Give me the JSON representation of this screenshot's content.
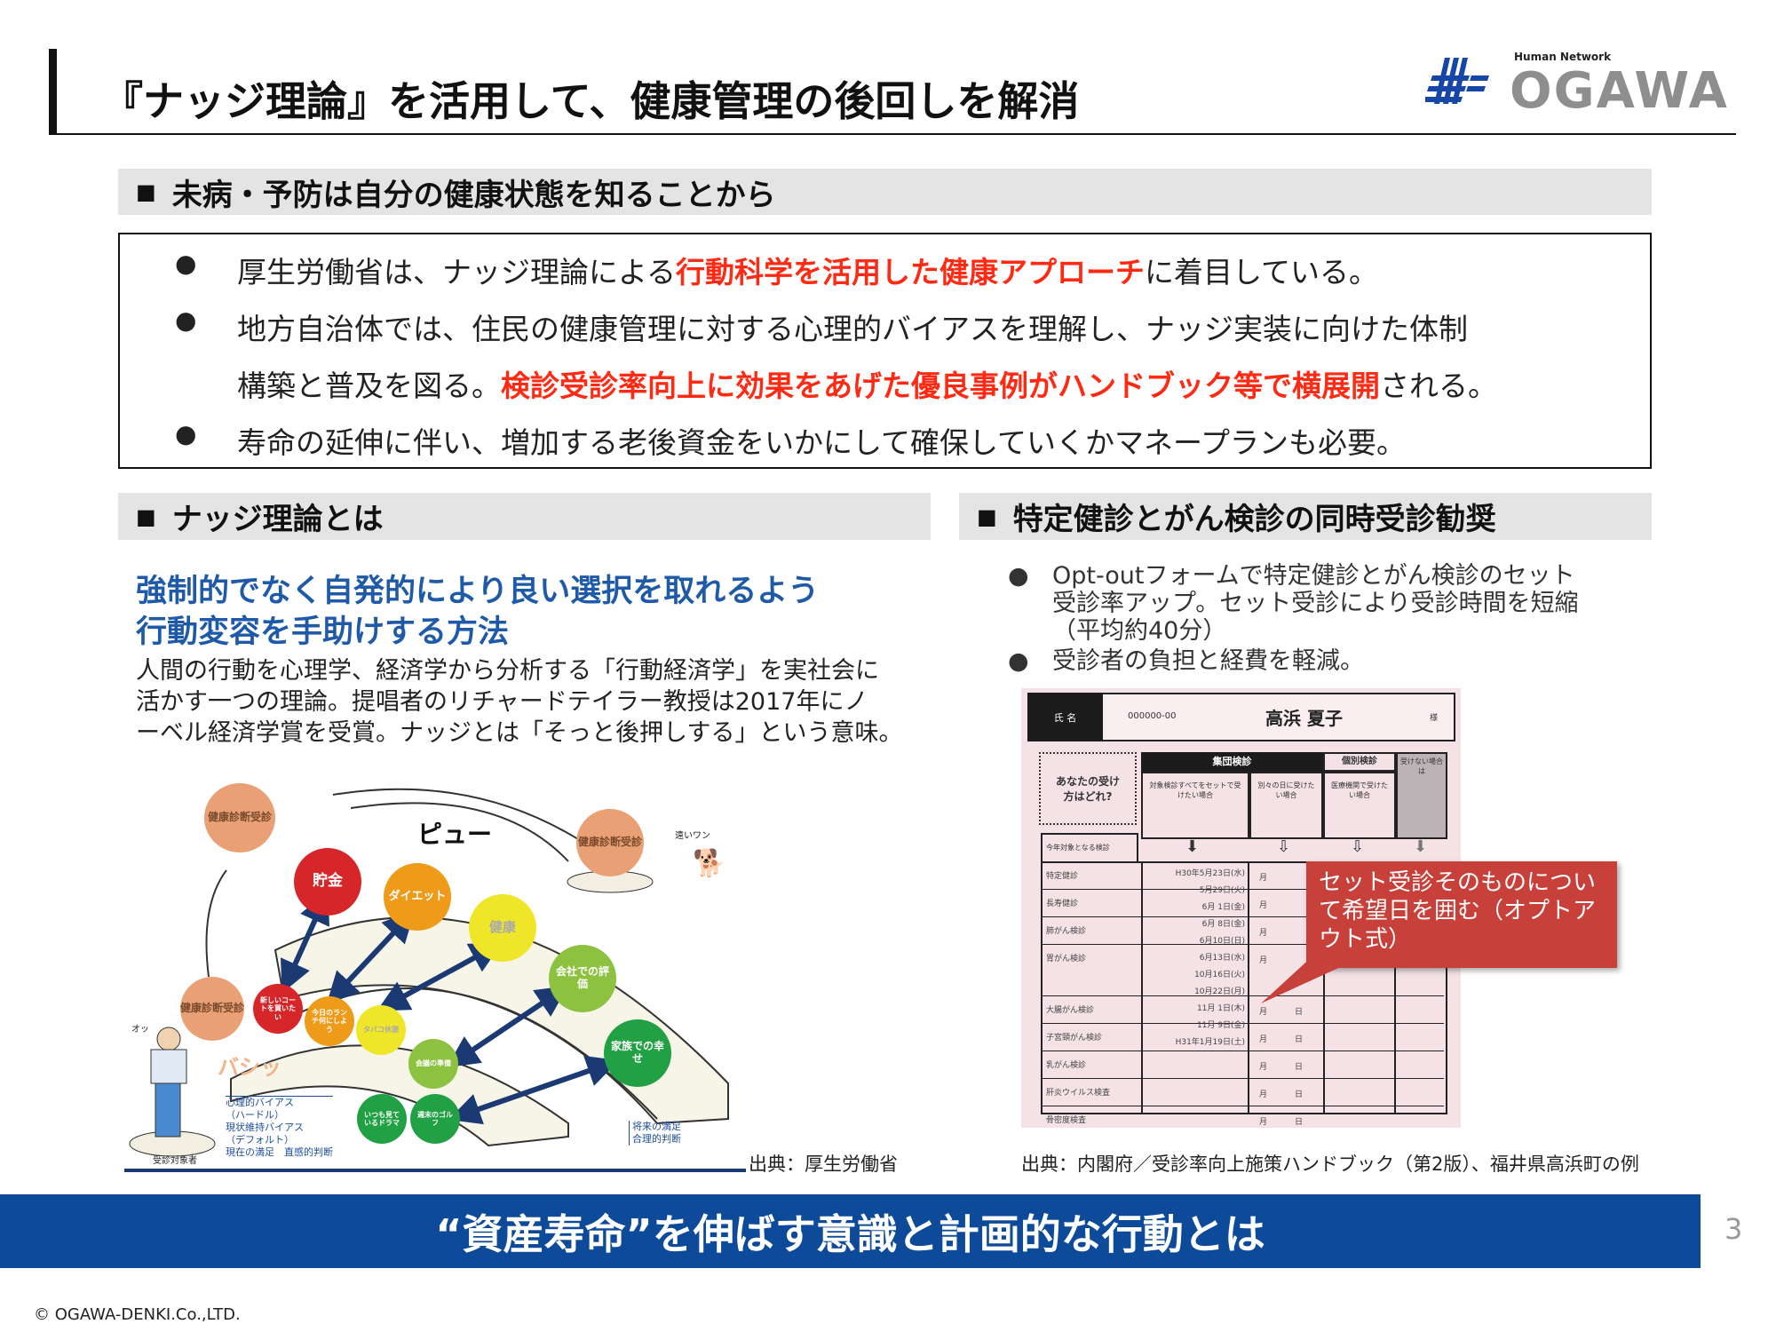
{
  "header": {
    "title": "『ナッジ理論』を活用して、健康管理の後回しを解消",
    "logo": {
      "tagline": "Human Network",
      "name": "OGAWA",
      "brand_blue": "#1747a6",
      "brand_gray": "#8e8e8e"
    }
  },
  "section1": {
    "heading": "未病・予防は自分の健康状態を知ることから",
    "bullets": [
      {
        "pre": "厚生労働省は、ナッジ理論による",
        "em": "行動科学を活用した健康アプローチ",
        "post": "に着目している。"
      },
      {
        "pre": "地方自治体では、住民の健康管理に対する心理的バイアスを理解し、ナッジ実装に向けた体制"
      },
      {
        "pre": "構築と普及を図る。",
        "em": "検診受診率向上に効果をあげた優良事例がハンドブック等で横展開",
        "post": "される。"
      },
      {
        "pre": "寿命の延伸に伴い、増加する老後資金をいかにして確保していくかマネープランも必要。"
      }
    ],
    "bullet_symbol": "●",
    "accent_red": "#ff2a14"
  },
  "left": {
    "heading": "ナッジ理論とは",
    "subheading": [
      "強制的でなく自発的により良い選択を取れるよう",
      "行動変容を手助けする方法"
    ],
    "body": [
      "人間の行動を心理学、経済学から分析する「行動経済学」を実社会に",
      "活かす一つの理論。提唱者のリチャードテイラー教授は2017年にノ",
      "ーベル経済学賞を受賞。ナッジとは「そっと後押しする」という意味。"
    ],
    "illustration": {
      "checkup": "健康診断受診",
      "future": [
        "貯金",
        "ダイエット",
        "健康",
        "会社での評価",
        "家族での幸せ"
      ],
      "present": [
        "新しいコートを買いたい",
        "今日のランチ何にしよう",
        "タバコ休憩",
        "会議の準備",
        "いつも見ているドラマ",
        "週末のゴルフ"
      ],
      "sfx_whoosh": "ピュー",
      "sfx_far": "遠いワン",
      "sfx_slap": "バシッ",
      "sfx_oh": "オッ",
      "person": "受診対象者",
      "bias_caption": [
        "心理的バイアス",
        "（ハードル）",
        "現状維持バイアス",
        "（デフォルト）",
        "現在の満足　直感的判断"
      ],
      "future_caption": [
        "将来の満足",
        "合理的判断"
      ]
    },
    "source": "出典：厚生労働省"
  },
  "right": {
    "heading": "特定健診とがん検診の同時受診勧奨",
    "bullets": [
      [
        "Opt-outフォームで特定健診とがん検診のセット",
        "受診率アップ。セット受診により受診時間を短縮",
        "（平均約40分）"
      ],
      [
        "受診者の負担と経費を軽減。"
      ]
    ],
    "form": {
      "name_label": "氏 名",
      "id": "000000-00",
      "person": "高浜 夏子",
      "honorific": "様",
      "question": "あなたの受け方はどれ?",
      "group_exam": "集団検診",
      "individual_exam": "個別検診",
      "skip": "受けない場合は",
      "col1": "対象検診すべてをセットで受けたい場合",
      "col2": "別々の日に受けたい場合",
      "col3": "医療機関で受けたい場合",
      "target_label": "今年対象となる検診",
      "exams": [
        "特定健診",
        "長寿健診",
        "肺がん検診",
        "胃がん検診",
        "大腸がん検診",
        "子宮頸がん検診",
        "乳がん検診",
        "肝炎ウイルス検査",
        "骨密度検査"
      ],
      "dates": [
        "H30年5月23日(水)",
        "5月29日(火)",
        "6月 1日(金)",
        "6月 8日(金)",
        "6月10日(日)",
        "6月13日(水)",
        "10月16日(火)",
        "10月22日(月)",
        "11月 1日(木)",
        "11月 9日(金)",
        "H31年1月19日(土)"
      ],
      "month": "月",
      "day": "日",
      "callout": "セット受診そのものについて希望日を囲む（オプトアウト式）"
    },
    "source": "出典：内閣府／受診率向上施策ハンドブック（第2版）、福井県高浜町の例"
  },
  "banner": "“資産寿命”を伸ばす意識と計画的な行動とは",
  "page_number": "3",
  "copyright": "© OGAWA-DENKI.Co.,LTD."
}
